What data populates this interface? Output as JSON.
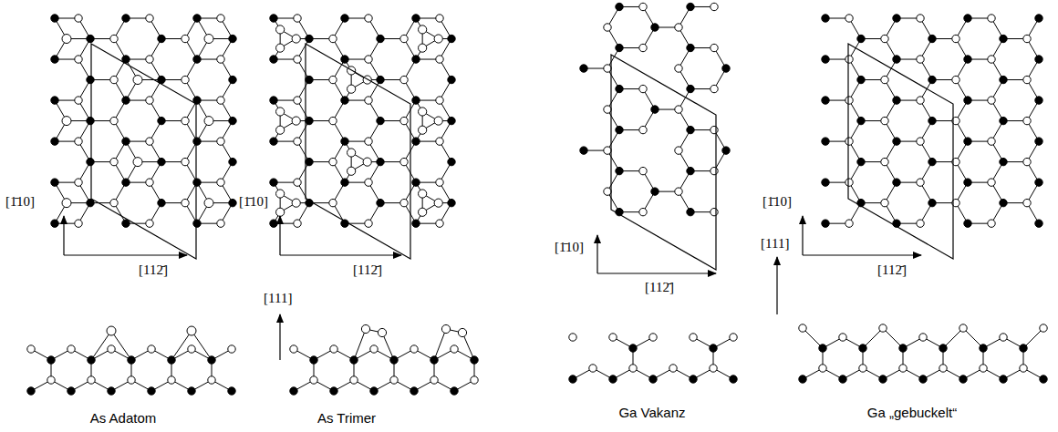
{
  "diagram": {
    "labels": [
      "[1̄10]",
      "[112̄]",
      "[1̄10]",
      "[112̄]",
      "[111]",
      "As Adatom",
      "As Trimer",
      "[1̄10]",
      "[112̄]",
      "[1̄10]",
      "[112̄]",
      "[111]",
      "Ga Vakanz",
      "Ga „gebuckelt“"
    ]
  }
}
